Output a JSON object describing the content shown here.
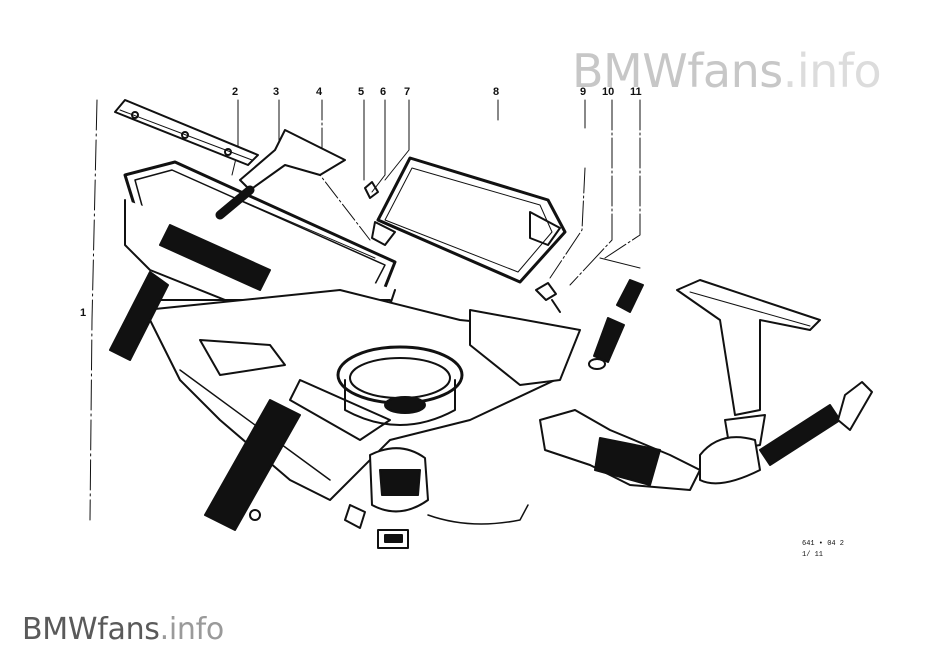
{
  "watermark": {
    "brand": "BMWfans",
    "tld": ".info"
  },
  "callouts": [
    "1",
    "2",
    "3",
    "4",
    "5",
    "6",
    "7",
    "8",
    "9",
    "10",
    "11"
  ],
  "drawing_code": {
    "line1": "641 • 04 2",
    "line2": "1/ 11"
  }
}
